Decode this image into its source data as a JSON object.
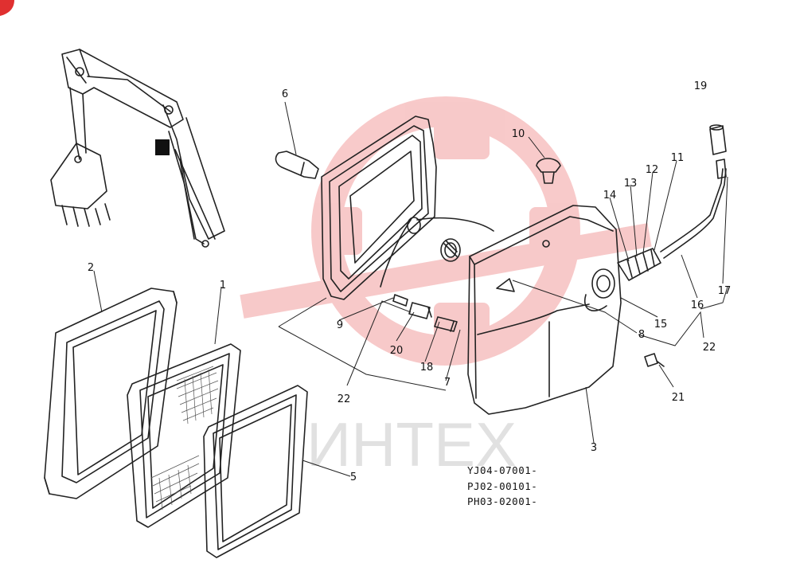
{
  "watermark": {
    "text": "ИНТЕХ",
    "color": "#e85a5a",
    "text_color": "#c9c9c9"
  },
  "callouts": [
    "1",
    "2",
    "3",
    "5",
    "6",
    "7",
    "8",
    "9",
    "10",
    "11",
    "12",
    "13",
    "14",
    "15",
    "16",
    "17",
    "18",
    "19",
    "20",
    "21",
    "22",
    "22"
  ],
  "serials": [
    "YJ04-07001-",
    "PJ02-00101-",
    "PH03-02001-"
  ],
  "icons": {
    "corner_badge": "red-corner-badge-icon",
    "watermark_logo": "gear-logo-icon"
  }
}
